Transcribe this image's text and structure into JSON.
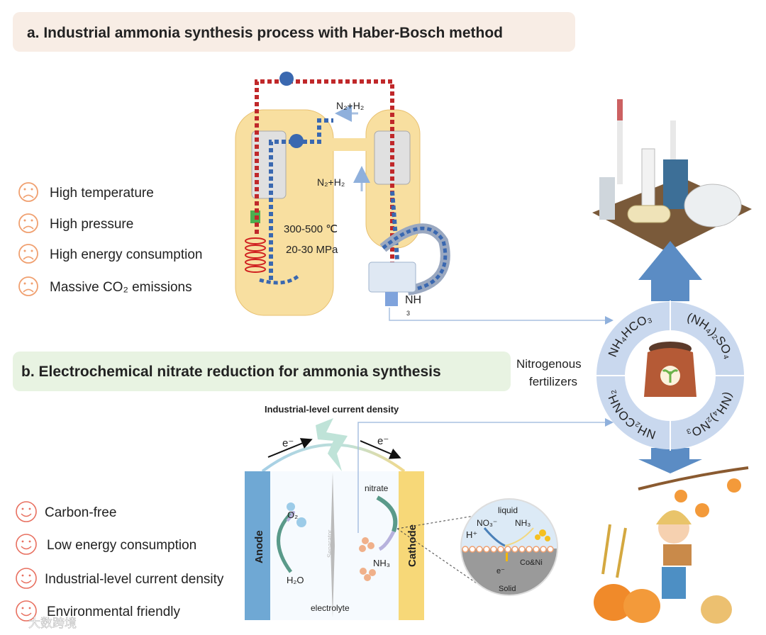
{
  "panel_a": {
    "title": "a. Industrial ammonia synthesis process with Haber-Bosch method",
    "drawbacks": [
      "High temperature",
      "High pressure",
      "High energy consumption",
      "Massive CO₂ emissions"
    ],
    "feed_top": "N₂+H₂",
    "feed_mid": "N₂+H₂",
    "temperature": "300-500 ℃",
    "pressure": "20-30 MPa",
    "product": "NH",
    "product_sub": "3"
  },
  "panel_b": {
    "title": "b. Electrochemical nitrate reduction for ammonia synthesis",
    "advantages": [
      "Carbon-free",
      "Low energy consumption",
      "Industrial-level current density",
      "Environmental friendly"
    ],
    "current_label": "Industrial-level current density",
    "electron_left": "e⁻",
    "electron_right": "e⁻",
    "anode": "Anode",
    "cathode": "Cathode",
    "separator": "Separator",
    "electrolyte": "electrolyte",
    "o2": "O₂",
    "h2o": "H₂O",
    "nitrate": "nitrate",
    "nh3": "NH₃",
    "inset": {
      "liquid": "liquid",
      "no3": "NO₃⁻",
      "h_plus": "H⁺",
      "nh3": "NH₃",
      "catalyst": "Co&Ni",
      "electron": "e⁻",
      "solid": "Solid"
    }
  },
  "fertilizers": {
    "label_line1": "Nitrogenous",
    "label_line2": "fertilizers",
    "ring": [
      "NH₄HCO₃",
      "(NH₄)₂SO₄",
      "(NH₄)₂NO₃",
      "NH₂CONH₂"
    ]
  },
  "watermark": "大数跨境",
  "colors": {
    "sad_face": "#f0a070",
    "smile_face": "#e87060",
    "hot_pipe": "#c0282a",
    "cold_pipe": "#3a68b0",
    "reactor": "#f8dfa0",
    "anode": "#6fa8d4",
    "cathode": "#f7d878",
    "ring": "#c9d8ee",
    "arrow": "#5b8cc4"
  }
}
